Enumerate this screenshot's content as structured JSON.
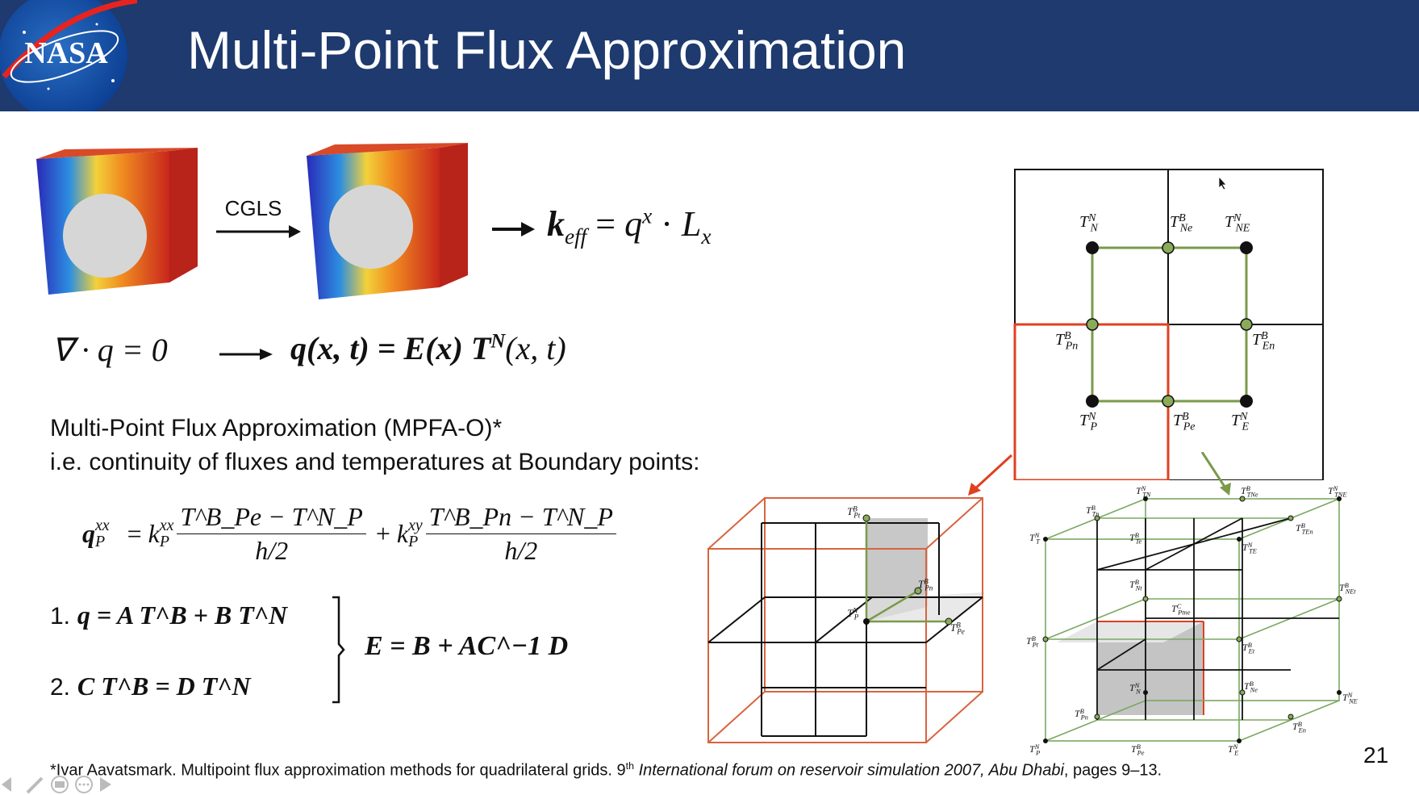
{
  "header": {
    "logo_text": "NASA",
    "title": "Multi-Point Flux Approximation",
    "bg_color": "#1e3a6e"
  },
  "equations": {
    "cgls_label": "CGLS",
    "keff_lhs": "k",
    "keff_sub": "eff",
    "keff_rhs_q": "q",
    "keff_rhs_sup": "x",
    "keff_rhs_L": "L",
    "keff_rhs_sub": "x",
    "div_eq": "∇ · q = 0",
    "q_eq": "q(x, t) = E(x) T",
    "q_eq_sup": "N",
    "q_eq_tail": "(x, t)"
  },
  "mpfa": {
    "line1": "Multi-Point Flux Approximation (MPFA-O)*",
    "line2": "i.e. continuity of fluxes and temperatures at Boundary points:"
  },
  "flux_eq": {
    "q_sup": "xx",
    "q_sub": "P",
    "k1_sup": "xx",
    "k1_sub": "P",
    "num1": "T^B_Pe − T^N_P",
    "den1": "h/2",
    "k2_sup": "xy",
    "k2_sub": "P",
    "num2": "T^B_Pn − T^N_P",
    "den2": "h/2"
  },
  "system": {
    "eq1_num": "1.",
    "eq1": "q = A T^B + B T^N",
    "eq2_num": "2.",
    "eq2": "C T^B = D T^N",
    "result": "E = B + AC^−1 D"
  },
  "grid2d": {
    "labels": {
      "TN_N": "T^N_N",
      "TB_Ne": "T^B_Ne",
      "TN_NE": "T^N_NE",
      "TB_Pn": "T^B_Pn",
      "TB_En": "T^B_En",
      "TN_P": "T^N_P",
      "TB_Pe": "T^B_Pe",
      "TN_E": "T^N_E"
    },
    "colors": {
      "grid": "#000000",
      "stencil": "#7a9a4a",
      "highlight": "#e04020"
    }
  },
  "grid3d_left": {
    "labels": {
      "TB_Pt": "T^B_Pt",
      "TB_Pn": "T^B_Pn",
      "TN_P": "T^N_P",
      "TB_Pe": "T^B_Pe"
    },
    "color": "#d8643e"
  },
  "grid3d_right": {
    "labels": {
      "TN_TN": "T^N_TN",
      "TB_TNe": "T^B_TNe",
      "TN_TNE": "T^N_TNE",
      "TB_Tn": "T^B_Tn",
      "TN_T": "T^N_T",
      "TB_Te": "T^B_Te",
      "TB_TEn": "T^B_TEn",
      "TN_TE": "T^N_TE",
      "TB_Nt": "T^B_Nt",
      "TC_Ptne": "T^C_Ptne",
      "TB_NEt": "T^B_NEt",
      "TB_Pt": "T^B_Pt",
      "TB_Et": "T^B_Et",
      "TN_N": "T^N_N",
      "TB_Ne": "T^B_Ne",
      "TN_NE": "T^N_NE",
      "TB_Pn": "T^B_Pn",
      "TB_En": "T^B_En",
      "TN_P": "T^N_P",
      "TB_Pe": "T^B_Pe",
      "TN_E": "T^N_E"
    },
    "color": "#7aa860"
  },
  "footnote": {
    "prefix": "*Ivar Aavatsmark. Multipoint flux approximation methods for quadrilateral grids. 9",
    "sup": "th",
    "italic": " International forum on reservoir simulation 2007, Abu Dhabi",
    "suffix": ", pages 9–13."
  },
  "page_number": "21"
}
